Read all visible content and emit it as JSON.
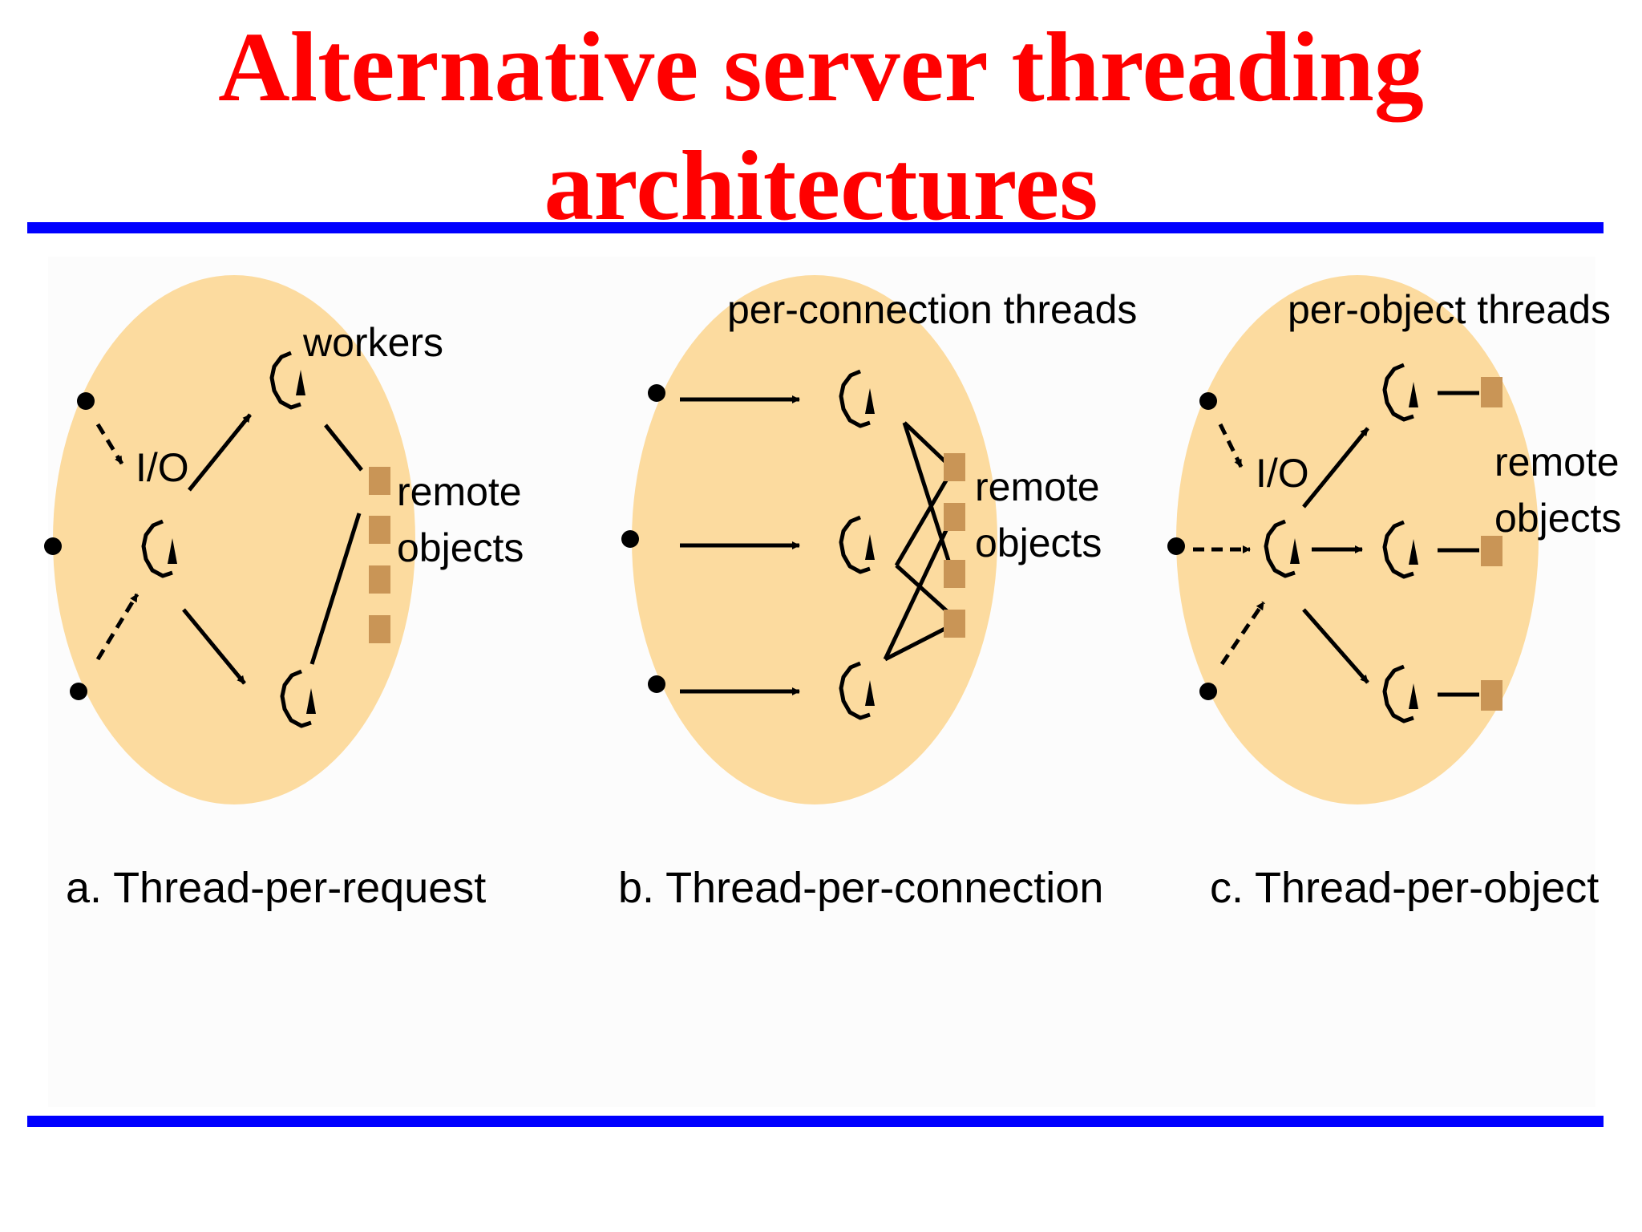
{
  "title": {
    "line1": "Alternative server threading",
    "line2": "architectures"
  },
  "colors": {
    "title": "#ff0000",
    "rule": "#0000ff",
    "ellipse": "#fcdb9f",
    "remote_object": "#c99556"
  },
  "diagram_a": {
    "caption": "a. Thread-per-request",
    "io_label": "I/O",
    "workers_label": "workers",
    "remote_label_line1": "remote",
    "remote_label_line2": "objects"
  },
  "diagram_b": {
    "caption": "b. Thread-per-connection",
    "threads_label": "per-connection threads",
    "remote_label_line1": "remote",
    "remote_label_line2": "objects"
  },
  "diagram_c": {
    "caption": "c. Thread-per-object",
    "io_label": "I/O",
    "threads_label": "per-object threads",
    "remote_label_line1": "remote",
    "remote_label_line2": "objects"
  }
}
